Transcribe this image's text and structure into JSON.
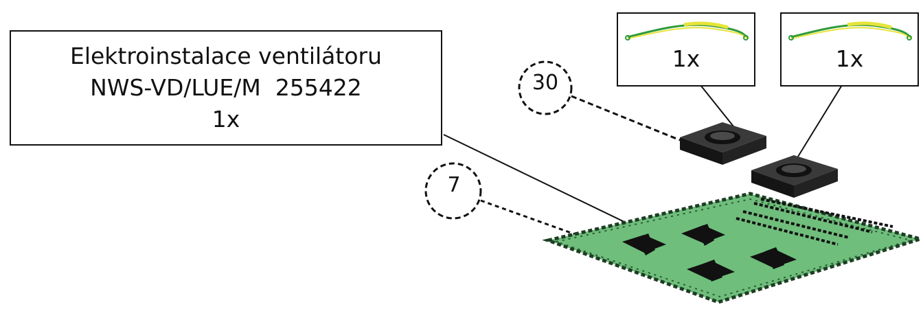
{
  "label_box": {
    "line1": "Elektroinstalace ventilátoru",
    "line2": "NWS-VD/LUE/M  255422",
    "line3": "1x"
  },
  "cable_boxes": [
    {
      "qty": "1x"
    },
    {
      "qty": "1x"
    }
  ],
  "callouts": {
    "fan": "30",
    "board": "7"
  },
  "colors": {
    "board_green": "#6fbe7c",
    "board_dark": "#1e3d24",
    "wire_green": "#2f9a3c",
    "wire_yellow": "#e6e43a",
    "line": "#111111",
    "component": "#1b1b1b"
  }
}
